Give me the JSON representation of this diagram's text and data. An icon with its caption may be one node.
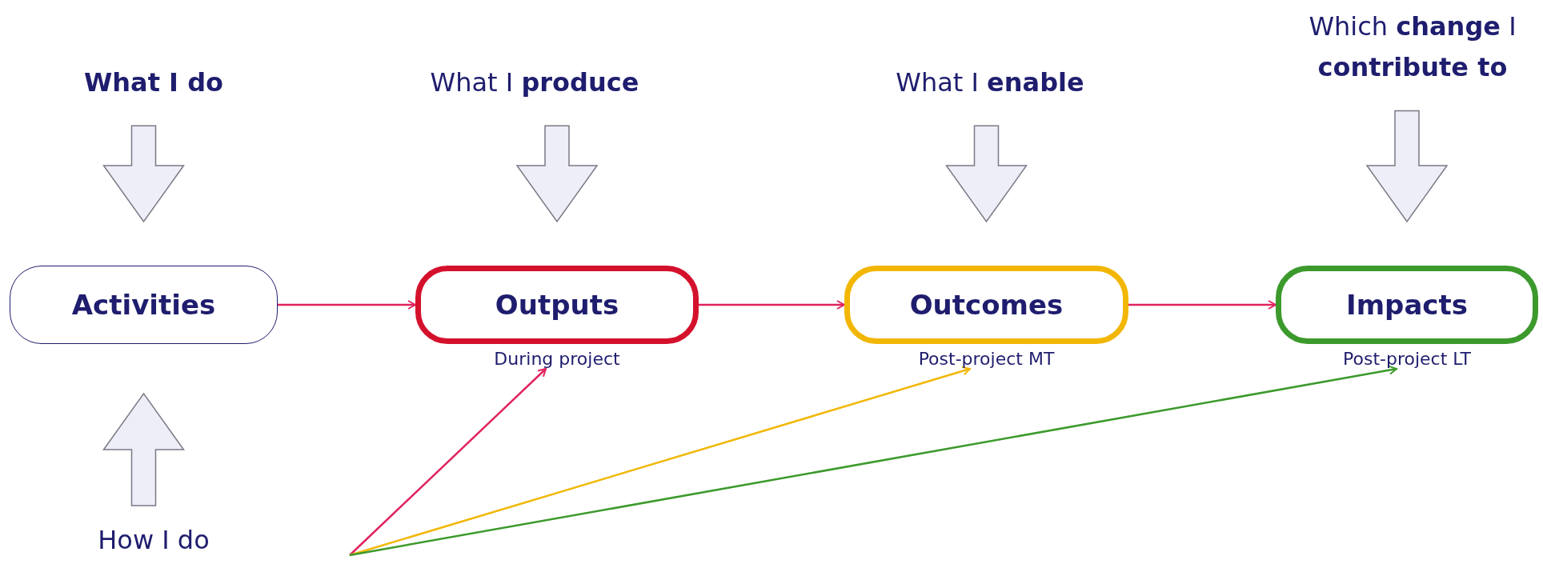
{
  "diagram": {
    "nodes": [
      {
        "text": [
          "What I do"
        ]
      },
      {
        "text": [
          "What I **produce**"
        ]
      },
      {
        "text": [
          "What I **enable**"
        ]
      },
      {
        "text": [
          "Which **change** I **contribute to**"
        ]
      },
      {
        "text": [
          "Activities"
        ]
      },
      {
        "text": [
          "Outputs"
        ],
        "beside": [
          "During project"
        ]
      },
      {
        "text": [
          "Outcomes"
        ],
        "beside": [
          "Post-project MT"
        ]
      },
      {
        "text": [
          "Impacts"
        ],
        "beside": [
          "Post-project LT"
        ]
      },
      {
        "text": [
          "How I do"
        ]
      }
    ],
    "edges": [
      {
        "from": 0,
        "to": 4,
        "arrow": "to",
        "style": "thick"
      },
      {
        "from": 1,
        "to": 5,
        "arrow": "to",
        "style": "thick"
      },
      {
        "from": 2,
        "to": 6,
        "arrow": "to",
        "style": "thick"
      },
      {
        "from": 3,
        "to": 7,
        "arrow": "to",
        "style": "thick"
      },
      {
        "from": 8,
        "to": 4,
        "arrow": "to",
        "style": "thick"
      },
      {
        "from": 4,
        "to": 5,
        "arrow": "to"
      },
      {
        "from": 5,
        "to": 6,
        "arrow": "to"
      },
      {
        "from": 6,
        "to": 7,
        "arrow": "to"
      },
      {
        "from": null,
        "to": 5,
        "arrow": "to"
      },
      {
        "from": null,
        "to": 6,
        "arrow": "to",
        "color": "#f2b705"
      },
      {
        "from": null,
        "to": 7,
        "arrow": "to",
        "color": "#3c9a2c"
      }
    ]
  }
}
